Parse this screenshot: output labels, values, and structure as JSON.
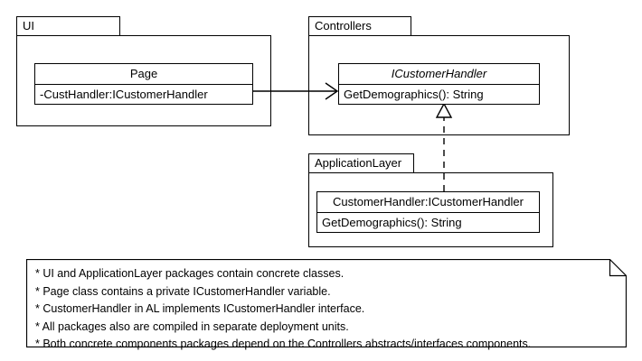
{
  "diagram": {
    "title": "UML package and class diagram",
    "stroke_color": "#000000",
    "background_color": "#ffffff"
  },
  "packages": [
    {
      "key": "ui",
      "name": "UI",
      "classes": [
        {
          "key": "page",
          "name": "Page",
          "name_style": "normal",
          "members": [
            "-CustHandler:ICustomerHandler"
          ],
          "member_align": "left"
        }
      ]
    },
    {
      "key": "controllers",
      "name": "Controllers",
      "classes": [
        {
          "key": "icustomerhandler",
          "name": "ICustomerHandler",
          "name_style": "italic",
          "members": [
            "GetDemographics(): String"
          ],
          "member_align": "left"
        }
      ]
    },
    {
      "key": "applicationlayer",
      "name": "ApplicationLayer",
      "classes": [
        {
          "key": "customerhandler",
          "name": "CustomerHandler:ICustomerHandler",
          "name_style": "normal",
          "members": [
            "GetDemographics(): String"
          ],
          "member_align": "left"
        }
      ]
    }
  ],
  "connectors": [
    {
      "key": "page-to-icustomerhandler",
      "type": "association",
      "line": "solid",
      "head": "open-arrow",
      "from": "page",
      "to": "icustomerhandler"
    },
    {
      "key": "customerhandler-realizes-icustomerhandler",
      "type": "realization",
      "line": "dashed",
      "head": "hollow-triangle",
      "from": "customerhandler",
      "to": "icustomerhandler"
    }
  ],
  "note": {
    "key": "diagram-note",
    "lines": [
      "* UI and ApplicationLayer packages contain concrete classes.",
      "* Page class contains a private ICustomerHandler variable.",
      "* CustomerHandler in AL implements ICustomerHandler interface.",
      "* All packages also are compiled in separate deployment units.",
      "* Both concrete components packages depend on the Controllers abstracts/interfaces components."
    ]
  }
}
